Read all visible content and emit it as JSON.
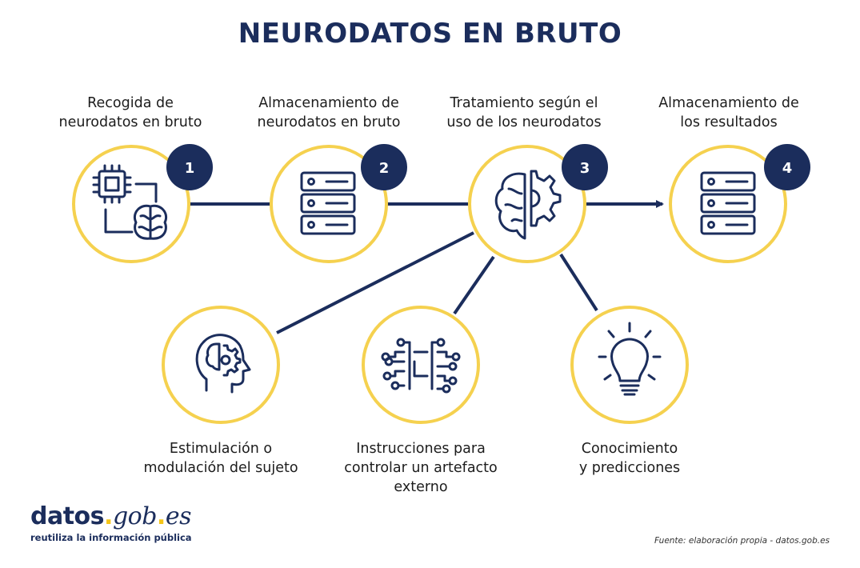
{
  "title": "NEURODATOS EN BRUTO",
  "colors": {
    "navy": "#1b2d5c",
    "yellow": "#f5d14f",
    "text": "#1c1c1c"
  },
  "steps": [
    {
      "number": "1",
      "label": "Recogida de\nneurodatos en bruto",
      "icon": "chip-brain-icon"
    },
    {
      "number": "2",
      "label": "Almacenamiento de\nneurodatos en bruto",
      "icon": "server-icon"
    },
    {
      "number": "3",
      "label": "Tratamiento según el\nuso de los neurodatos",
      "icon": "brain-gear-icon"
    },
    {
      "number": "4",
      "label": "Almacenamiento de\nlos resultados",
      "icon": "server-icon"
    }
  ],
  "outputs": [
    {
      "label": "Estimulación o\nmodulación del sujeto",
      "icon": "head-brain-gear-icon"
    },
    {
      "label": "Instrucciones para\ncontrolar un artefacto\nexterno",
      "icon": "circuit-icon"
    },
    {
      "label": "Conocimiento\ny predicciones",
      "icon": "lightbulb-icon"
    }
  ],
  "logo": {
    "part1": "datos",
    "dot1": ".",
    "part2": "gob",
    "dot2": ".",
    "part3": "es",
    "tagline": "reutiliza la información pública"
  },
  "source": "Fuente: elaboración propia - datos.gob.es"
}
